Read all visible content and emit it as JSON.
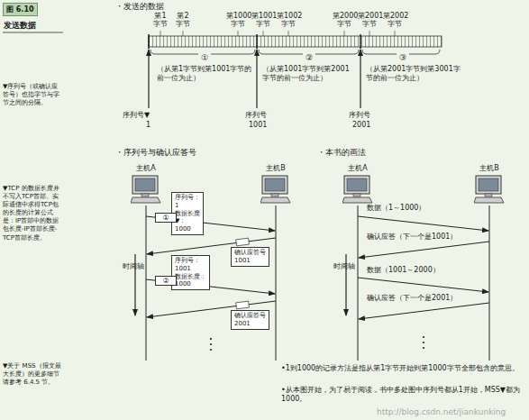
{
  "diagram": {
    "title": "发送数据",
    "nodes": [
      {
        "text": [
          "图 6.10"
        ]
      },
      {
        "text": [
          "主机A"
        ]
      },
      {
        "text": [
          "主机B"
        ]
      },
      {
        "text": [
          "序列号：1 数据长度▼：1000"
        ]
      },
      {
        "text": [
          "①"
        ]
      },
      {
        "text": [
          "确认应答号 1001"
        ]
      },
      {
        "text": [
          "序列号：1001 数据长度：1000"
        ]
      },
      {
        "text": [
          "②"
        ]
      },
      {
        "text": [
          "确认应答号 2001"
        ]
      },
      {
        "text": [
          "主机A"
        ]
      },
      {
        "text": [
          "主机B"
        ]
      }
    ],
    "labels": [
      "・发送的数据",
      "第1 字节",
      "第2 字节",
      "第1000 字节",
      "第1001 字节",
      "第1002 字节",
      "第2000 字节",
      "第2001 字节",
      "第2002 字节",
      "①",
      "②",
      "③",
      "（从第1字节到第1001字节的前一位为止）",
      "（从第1001字节到第2001字节的前一位为止）",
      "（从第2001字节到第3001字节的前一位为止）",
      "序列号▼",
      "1",
      "序列号",
      "1001",
      "序列号",
      "2001",
      "・序列号与确认应答号",
      "时间轴",
      "・本书的画法",
      "时间轴",
      "数据（1～1000）",
      "确认应答（下一个是1001）",
      "数据（1001～2000）",
      "确认应答（下一个是2001）",
      "▼序列号（或确认应答号）也指字节与字节之间的分隔。",
      "▼TCP 的数据长度并不写入TCP首部。实际通信中求得TCP包的长度的计算公式是：IP首部中的数据包长度-IP首部长度-TCP首部长度。",
      "▼关于 MSS（报文最大长度）的更多细节请参考 6.4.5 节。",
      "•1到1000的记录方法是指从第1字节开始到第1000字节全部包含的意思。",
      "•从本图开始，为了易于阅读，书中多处图中序列号都从1开始，MSS▼都为1000。",
      "http://blog.csdn.net/jiankunking"
    ]
  }
}
